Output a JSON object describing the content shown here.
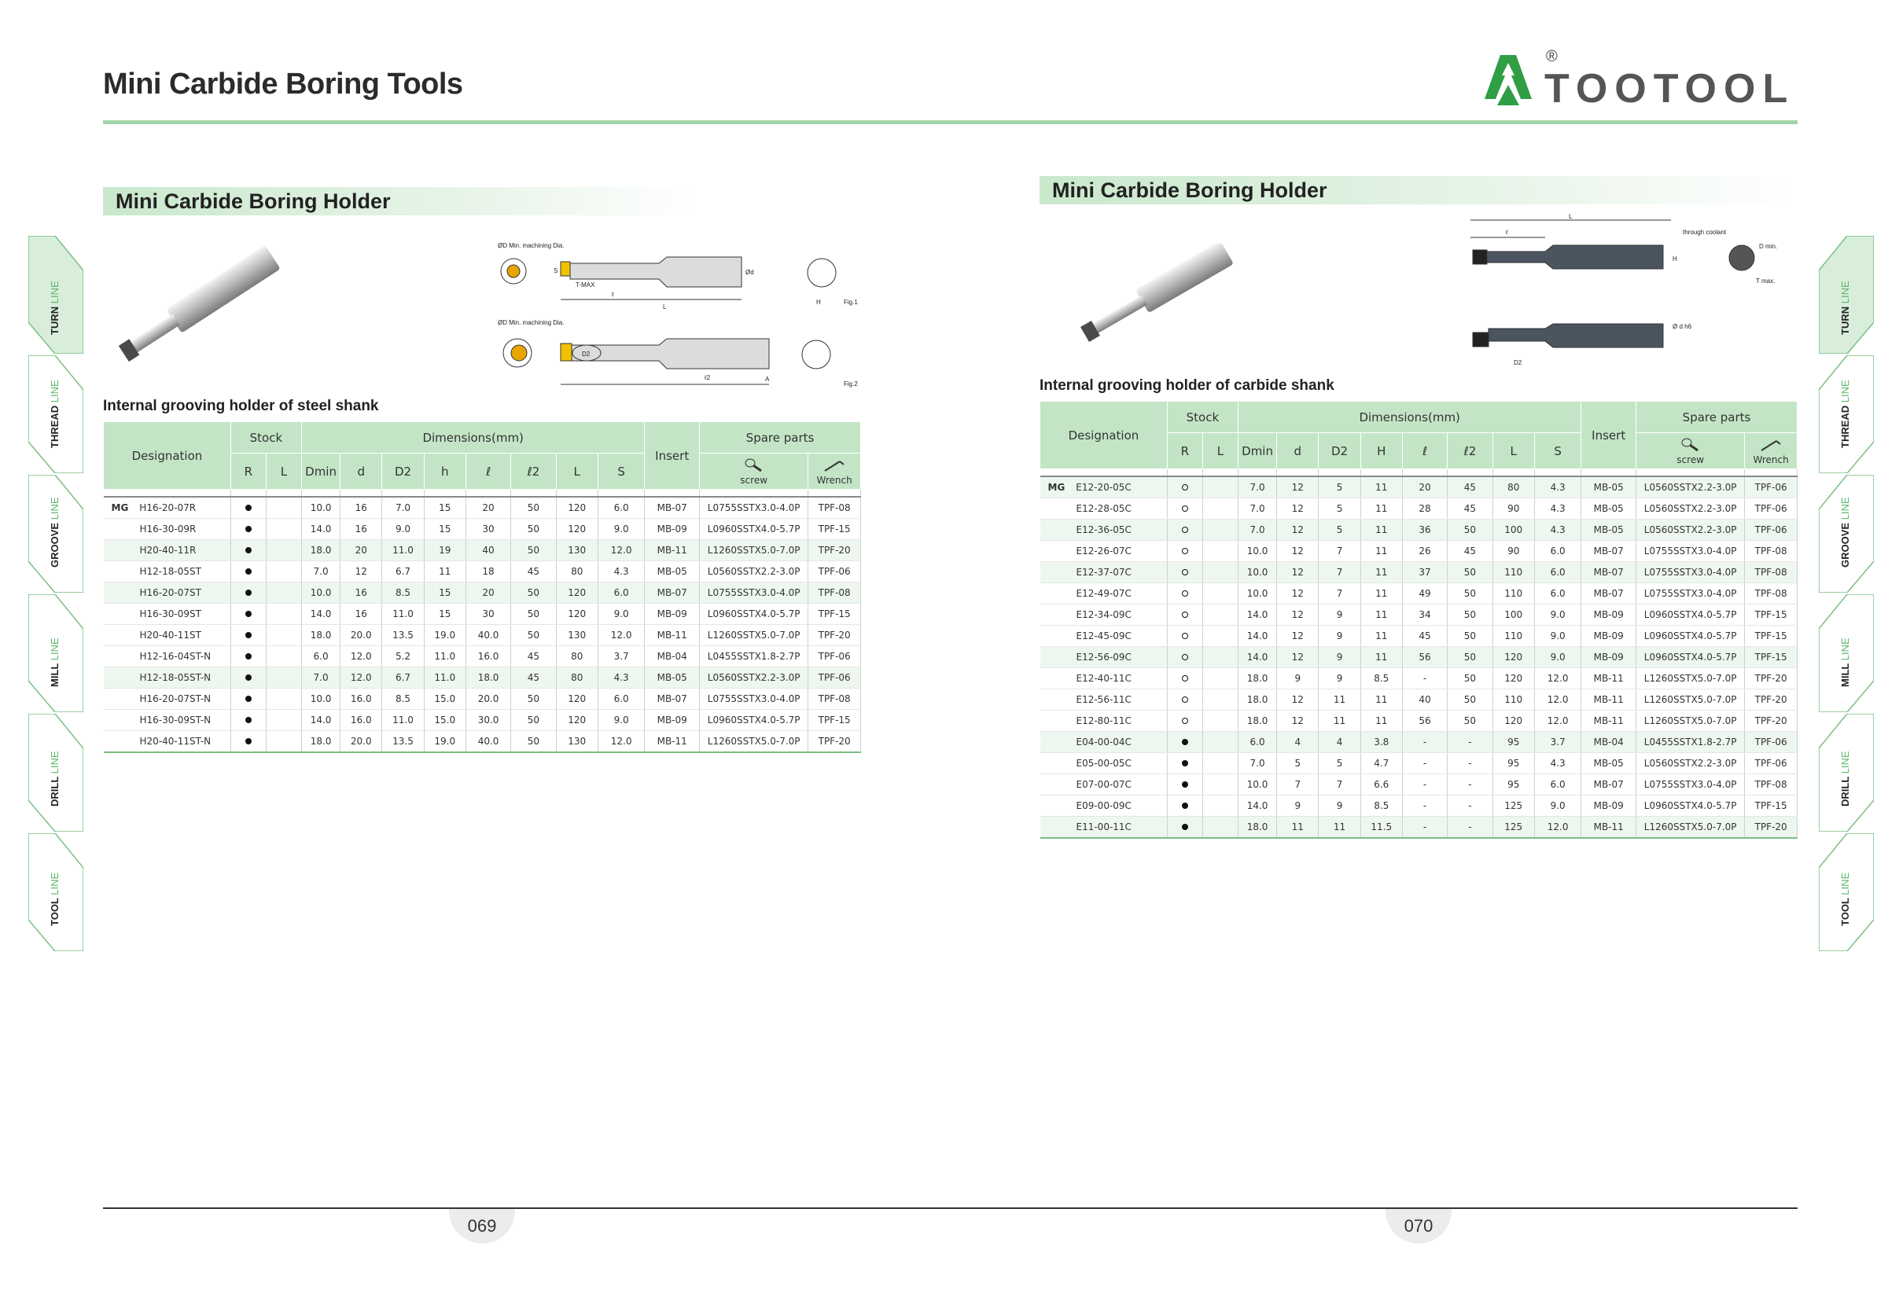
{
  "header": {
    "page_title": "Mini Carbide Boring Tools",
    "brand": "TOOTOOL",
    "registered_mark": "®"
  },
  "colors": {
    "accent": "#6cc07a",
    "band": "#c3e5c6",
    "dark": "#2b2b2b"
  },
  "side_tabs": [
    {
      "bold": "TURN",
      "light": "LINE"
    },
    {
      "bold": "THREAD",
      "light": "LINE"
    },
    {
      "bold": "GROOVE",
      "light": "LINE"
    },
    {
      "bold": "MILL",
      "light": "LINE"
    },
    {
      "bold": "DRILL",
      "light": "LINE"
    },
    {
      "bold": "TOOL",
      "light": "LINE"
    }
  ],
  "left": {
    "section_title": "Mini Carbide Boring Holder",
    "subtitle": "Internal grooving holder of steel shank",
    "diagram": {
      "min_label": "ØD Min. machining Dia.",
      "fig1": "Fig.1",
      "fig2": "Fig.2",
      "labels": [
        "S",
        "T-MAX",
        "ℓ",
        "L",
        "Ød",
        "H",
        "D2",
        "ℓ2",
        "A"
      ]
    },
    "table": {
      "headers": {
        "designation": "Designation",
        "stock": "Stock",
        "dimensions": "Dimensions(mm)",
        "insert": "Insert",
        "spare": "Spare parts",
        "R": "R",
        "L": "L",
        "cols": [
          "Dmin",
          "d",
          "D2",
          "h",
          "ℓ",
          "ℓ2",
          "L",
          "S"
        ],
        "screw": "screw",
        "wrench": "Wrench"
      },
      "prefix": "MG",
      "rows": [
        {
          "d": "H16-20-07R",
          "s": "dot",
          "v": [
            "10.0",
            "16",
            "7.0",
            "15",
            "20",
            "50",
            "120",
            "6.0"
          ],
          "ins": "MB-07",
          "screw": "L0755SSTX3.0-4.0P",
          "wr": "TPF-08"
        },
        {
          "d": "H16-30-09R",
          "s": "dot",
          "v": [
            "14.0",
            "16",
            "9.0",
            "15",
            "30",
            "50",
            "120",
            "9.0"
          ],
          "ins": "MB-09",
          "screw": "L0960SSTX4.0-5.7P",
          "wr": "TPF-15"
        },
        {
          "d": "H20-40-11R",
          "s": "dot",
          "v": [
            "18.0",
            "20",
            "11.0",
            "19",
            "40",
            "50",
            "130",
            "12.0"
          ],
          "ins": "MB-11",
          "screw": "L1260SSTX5.0-7.0P",
          "wr": "TPF-20"
        },
        {
          "d": "H12-18-05ST",
          "s": "dot",
          "v": [
            "7.0",
            "12",
            "6.7",
            "11",
            "18",
            "45",
            "80",
            "4.3"
          ],
          "ins": "MB-05",
          "screw": "L0560SSTX2.2-3.0P",
          "wr": "TPF-06"
        },
        {
          "d": "H16-20-07ST",
          "s": "dot",
          "v": [
            "10.0",
            "16",
            "8.5",
            "15",
            "20",
            "50",
            "120",
            "6.0"
          ],
          "ins": "MB-07",
          "screw": "L0755SSTX3.0-4.0P",
          "wr": "TPF-08"
        },
        {
          "d": "H16-30-09ST",
          "s": "dot",
          "v": [
            "14.0",
            "16",
            "11.0",
            "15",
            "30",
            "50",
            "120",
            "9.0"
          ],
          "ins": "MB-09",
          "screw": "L0960SSTX4.0-5.7P",
          "wr": "TPF-15"
        },
        {
          "d": "H20-40-11ST",
          "s": "dot",
          "v": [
            "18.0",
            "20.0",
            "13.5",
            "19.0",
            "40.0",
            "50",
            "130",
            "12.0"
          ],
          "ins": "MB-11",
          "screw": "L1260SSTX5.0-7.0P",
          "wr": "TPF-20"
        },
        {
          "d": "H12-16-04ST-N",
          "s": "dot",
          "v": [
            "6.0",
            "12.0",
            "5.2",
            "11.0",
            "16.0",
            "45",
            "80",
            "3.7"
          ],
          "ins": "MB-04",
          "screw": "L0455SSTX1.8-2.7P",
          "wr": "TPF-06"
        },
        {
          "d": "H12-18-05ST-N",
          "s": "dot",
          "v": [
            "7.0",
            "12.0",
            "6.7",
            "11.0",
            "18.0",
            "45",
            "80",
            "4.3"
          ],
          "ins": "MB-05",
          "screw": "L0560SSTX2.2-3.0P",
          "wr": "TPF-06"
        },
        {
          "d": "H16-20-07ST-N",
          "s": "dot",
          "v": [
            "10.0",
            "16.0",
            "8.5",
            "15.0",
            "20.0",
            "50",
            "120",
            "6.0"
          ],
          "ins": "MB-07",
          "screw": "L0755SSTX3.0-4.0P",
          "wr": "TPF-08"
        },
        {
          "d": "H16-30-09ST-N",
          "s": "dot",
          "v": [
            "14.0",
            "16.0",
            "11.0",
            "15.0",
            "30.0",
            "50",
            "120",
            "9.0"
          ],
          "ins": "MB-09",
          "screw": "L0960SSTX4.0-5.7P",
          "wr": "TPF-15"
        },
        {
          "d": "H20-40-11ST-N",
          "s": "dot",
          "v": [
            "18.0",
            "20.0",
            "13.5",
            "19.0",
            "40.0",
            "50",
            "130",
            "12.0"
          ],
          "ins": "MB-11",
          "screw": "L1260SSTX5.0-7.0P",
          "wr": "TPF-20"
        }
      ]
    }
  },
  "right": {
    "section_title": "Mini Carbide Boring Holder",
    "subtitle": "Internal grooving holder of carbide shank",
    "diagram": {
      "labels": [
        "L",
        "ℓ",
        "through coolant",
        "H",
        "D min.",
        "T max.",
        "Ø d h6",
        "D2"
      ]
    },
    "table": {
      "headers": {
        "designation": "Designation",
        "stock": "Stock",
        "dimensions": "Dimensions(mm)",
        "insert": "Insert",
        "spare": "Spare parts",
        "R": "R",
        "L": "L",
        "cols": [
          "Dmin",
          "d",
          "D2",
          "H",
          "ℓ",
          "ℓ2",
          "L",
          "S"
        ],
        "screw": "screw",
        "wrench": "Wrench"
      },
      "prefix": "MG",
      "rows": [
        {
          "d": "E12-20-05C",
          "s": "circ",
          "v": [
            "7.0",
            "12",
            "5",
            "11",
            "20",
            "45",
            "80",
            "4.3"
          ],
          "ins": "MB-05",
          "screw": "L0560SSTX2.2-3.0P",
          "wr": "TPF-06"
        },
        {
          "d": "E12-28-05C",
          "s": "circ",
          "v": [
            "7.0",
            "12",
            "5",
            "11",
            "28",
            "45",
            "90",
            "4.3"
          ],
          "ins": "MB-05",
          "screw": "L0560SSTX2.2-3.0P",
          "wr": "TPF-06"
        },
        {
          "d": "E12-36-05C",
          "s": "circ",
          "v": [
            "7.0",
            "12",
            "5",
            "11",
            "36",
            "50",
            "100",
            "4.3"
          ],
          "ins": "MB-05",
          "screw": "L0560SSTX2.2-3.0P",
          "wr": "TPF-06"
        },
        {
          "d": "E12-26-07C",
          "s": "circ",
          "v": [
            "10.0",
            "12",
            "7",
            "11",
            "26",
            "45",
            "90",
            "6.0"
          ],
          "ins": "MB-07",
          "screw": "L0755SSTX3.0-4.0P",
          "wr": "TPF-08"
        },
        {
          "d": "E12-37-07C",
          "s": "circ",
          "v": [
            "10.0",
            "12",
            "7",
            "11",
            "37",
            "50",
            "110",
            "6.0"
          ],
          "ins": "MB-07",
          "screw": "L0755SSTX3.0-4.0P",
          "wr": "TPF-08"
        },
        {
          "d": "E12-49-07C",
          "s": "circ",
          "v": [
            "10.0",
            "12",
            "7",
            "11",
            "49",
            "50",
            "110",
            "6.0"
          ],
          "ins": "MB-07",
          "screw": "L0755SSTX3.0-4.0P",
          "wr": "TPF-08"
        },
        {
          "d": "E12-34-09C",
          "s": "circ",
          "v": [
            "14.0",
            "12",
            "9",
            "11",
            "34",
            "50",
            "100",
            "9.0"
          ],
          "ins": "MB-09",
          "screw": "L0960SSTX4.0-5.7P",
          "wr": "TPF-15"
        },
        {
          "d": "E12-45-09C",
          "s": "circ",
          "v": [
            "14.0",
            "12",
            "9",
            "11",
            "45",
            "50",
            "110",
            "9.0"
          ],
          "ins": "MB-09",
          "screw": "L0960SSTX4.0-5.7P",
          "wr": "TPF-15"
        },
        {
          "d": "E12-56-09C",
          "s": "circ",
          "v": [
            "14.0",
            "12",
            "9",
            "11",
            "56",
            "50",
            "120",
            "9.0"
          ],
          "ins": "MB-09",
          "screw": "L0960SSTX4.0-5.7P",
          "wr": "TPF-15"
        },
        {
          "d": "E12-40-11C",
          "s": "circ",
          "v": [
            "18.0",
            "9",
            "9",
            "8.5",
            "-",
            "50",
            "120",
            "12.0"
          ],
          "ins": "MB-11",
          "screw": "L1260SSTX5.0-7.0P",
          "wr": "TPF-20"
        },
        {
          "d": "E12-56-11C",
          "s": "circ",
          "v": [
            "18.0",
            "12",
            "11",
            "11",
            "40",
            "50",
            "110",
            "12.0"
          ],
          "ins": "MB-11",
          "screw": "L1260SSTX5.0-7.0P",
          "wr": "TPF-20"
        },
        {
          "d": "E12-80-11C",
          "s": "circ",
          "v": [
            "18.0",
            "12",
            "11",
            "11",
            "56",
            "50",
            "120",
            "12.0"
          ],
          "ins": "MB-11",
          "screw": "L1260SSTX5.0-7.0P",
          "wr": "TPF-20"
        },
        {
          "d": "E04-00-04C",
          "s": "dot",
          "v": [
            "6.0",
            "4",
            "4",
            "3.8",
            "-",
            "-",
            "95",
            "3.7"
          ],
          "ins": "MB-04",
          "screw": "L0455SSTX1.8-2.7P",
          "wr": "TPF-06"
        },
        {
          "d": "E05-00-05C",
          "s": "dot",
          "v": [
            "7.0",
            "5",
            "5",
            "4.7",
            "-",
            "-",
            "95",
            "4.3"
          ],
          "ins": "MB-05",
          "screw": "L0560SSTX2.2-3.0P",
          "wr": "TPF-06"
        },
        {
          "d": "E07-00-07C",
          "s": "dot",
          "v": [
            "10.0",
            "7",
            "7",
            "6.6",
            "-",
            "-",
            "95",
            "6.0"
          ],
          "ins": "MB-07",
          "screw": "L0755SSTX3.0-4.0P",
          "wr": "TPF-08"
        },
        {
          "d": "E09-00-09C",
          "s": "dot",
          "v": [
            "14.0",
            "9",
            "9",
            "8.5",
            "-",
            "-",
            "125",
            "9.0"
          ],
          "ins": "MB-09",
          "screw": "L0960SSTX4.0-5.7P",
          "wr": "TPF-15"
        },
        {
          "d": "E11-00-11C",
          "s": "dot",
          "v": [
            "18.0",
            "11",
            "11",
            "11.5",
            "-",
            "-",
            "125",
            "12.0"
          ],
          "ins": "MB-11",
          "screw": "L1260SSTX5.0-7.0P",
          "wr": "TPF-20"
        }
      ]
    }
  },
  "footer": {
    "page_left": "069",
    "page_right": "070"
  }
}
